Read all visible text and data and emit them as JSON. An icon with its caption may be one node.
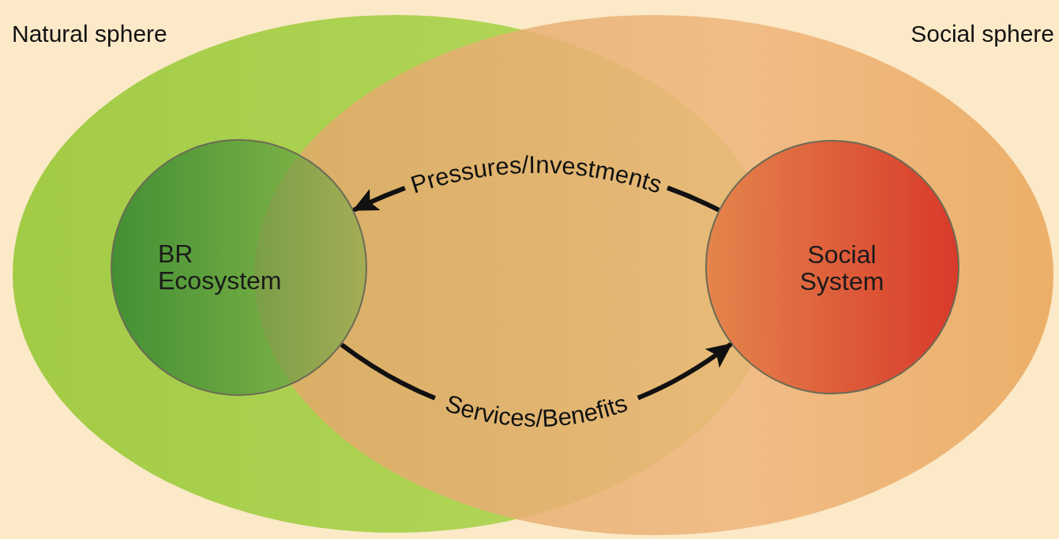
{
  "diagram": {
    "nodes": [
      {
        "text": [
          "Natural sphere"
        ]
      },
      {
        "text": [
          "Social sphere"
        ]
      },
      {
        "text": [
          "BR Ecosystem"
        ],
        "in": 0
      },
      {
        "text": [
          "Social System"
        ],
        "in": 1
      }
    ],
    "edges": [
      {
        "from": 3,
        "to": 2,
        "arrow": "to",
        "label": "Pressures/Investments"
      },
      {
        "from": 2,
        "to": 3,
        "arrow": "to",
        "label": "Services/Benefits"
      }
    ]
  }
}
